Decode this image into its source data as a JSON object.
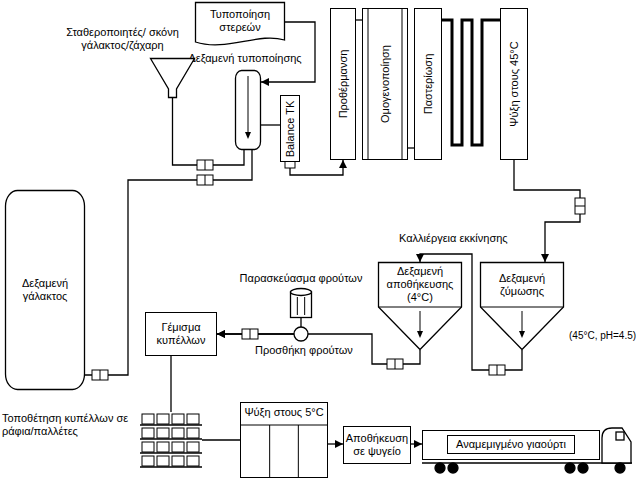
{
  "diagram": {
    "nodes": [
      {
        "text": [
          "Τυποποίηση στερεών"
        ]
      },
      {
        "text": [
          "Δεξαμενή τυποποίησης"
        ]
      },
      {
        "text": [
          "Balance TK"
        ]
      },
      {
        "text": [
          "Προθέρμανση"
        ]
      },
      {
        "text": [
          "Ομογενοποίηση"
        ]
      },
      {
        "text": [
          "Παστερίωση"
        ]
      },
      {
        "text": [
          "Ψύξη στους 45°C"
        ]
      },
      {
        "text": [
          "Δεξαμενή γάλακτος"
        ]
      },
      {
        "text": [
          "Σταθεροποιητές/ σκόνη γάλακτος/ζάχαρη"
        ]
      },
      {
        "text": [
          "Δεξαμενή αποθήκευσης (4°C)"
        ]
      },
      {
        "text": [
          "Δεξαμενή ζύμωσης"
        ]
      },
      {
        "text": [
          "Παρασκεύασμα φρούτων"
        ]
      },
      {
        "text": [
          "Γέμισμα κυπέλλων"
        ]
      },
      {
        "text": [
          "Τοποθέτηση κυπέλλων σε ράφια/παλλέτες"
        ]
      },
      {
        "text": [
          "Ψύξη στους 5°C"
        ]
      },
      {
        "text": [
          "Αποθήκευση σε ψυγείο"
        ]
      },
      {
        "text": [
          "Αναμεμιγμένο γιαούρτι"
        ]
      }
    ],
    "edges": [
      {
        "from": 0,
        "to": 1,
        "arrow": "to"
      },
      {
        "from": 7,
        "to": 1,
        "arrow": "none"
      },
      {
        "from": 8,
        "to": 1,
        "arrow": "none"
      },
      {
        "from": 1,
        "to": 2,
        "arrow": "none"
      },
      {
        "from": 2,
        "to": 3,
        "arrow": "to"
      },
      {
        "from": 3,
        "to": 4,
        "arrow": "none"
      },
      {
        "from": 4,
        "to": 5,
        "arrow": "none"
      },
      {
        "from": 5,
        "to": 6,
        "arrow": "none"
      },
      {
        "from": 6,
        "to": 10,
        "arrow": "to"
      },
      {
        "from": 10,
        "to": 9,
        "arrow": "to"
      },
      {
        "from": 9,
        "to": 12,
        "arrow": "to"
      },
      {
        "from": 11,
        "to": 12,
        "arrow": "to"
      },
      {
        "from": 12,
        "to": 13,
        "arrow": "none"
      },
      {
        "from": 13,
        "to": 14,
        "arrow": "none"
      },
      {
        "from": 14,
        "to": 15,
        "arrow": "to"
      },
      {
        "from": 15,
        "to": 16,
        "arrow": "to"
      }
    ],
    "labels": [
      "Καλλιέργεια εκκίνησης",
      "(45°C, pH=4.5)",
      "Προσθήκη φρούτων"
    ]
  }
}
